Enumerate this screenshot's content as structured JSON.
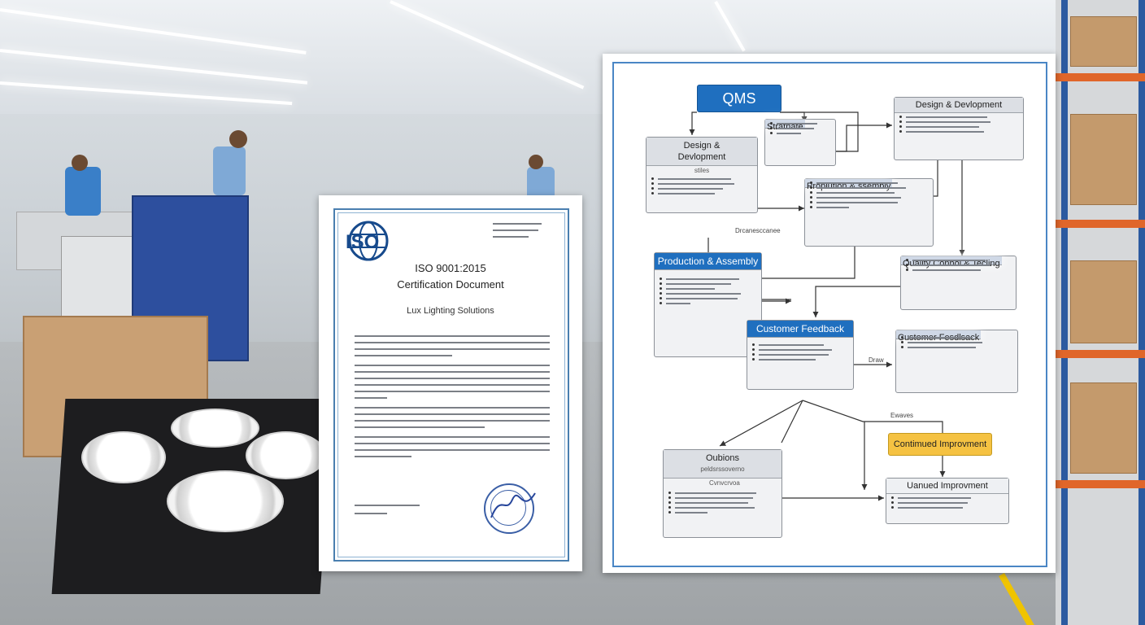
{
  "certificate": {
    "logo_text": "ISO",
    "title_line1": "ISO 9001:2015",
    "title_line2": "Certification Document",
    "company": "Lux Lighting Solutions"
  },
  "qms": {
    "title": "QMS",
    "nodes": {
      "strategy": "Stratnate",
      "design_left_line1": "Design &",
      "design_left_line2": "Devlopment",
      "design_left_sub": "stiles",
      "design_right": "Design & Devlopment",
      "production_top": "Proplution & ssembly",
      "production_left": "Production & Assembly",
      "quality": "Quality Conhol & Tecling",
      "customer_feedback_blue": "Customer Feedback",
      "customer_feedback_right": "Customer Fesdlsack",
      "options": "Oubions",
      "options_sub": "peldsrssoverno",
      "options_sub2": "Cvnvcrvoa",
      "continual_tag": "Contimued Improvment",
      "continual_box": "Uanued Improvment"
    },
    "labels": {
      "between": "Drcanesccanee",
      "evaluation": "Ewaves",
      "draw": "Draw"
    }
  }
}
